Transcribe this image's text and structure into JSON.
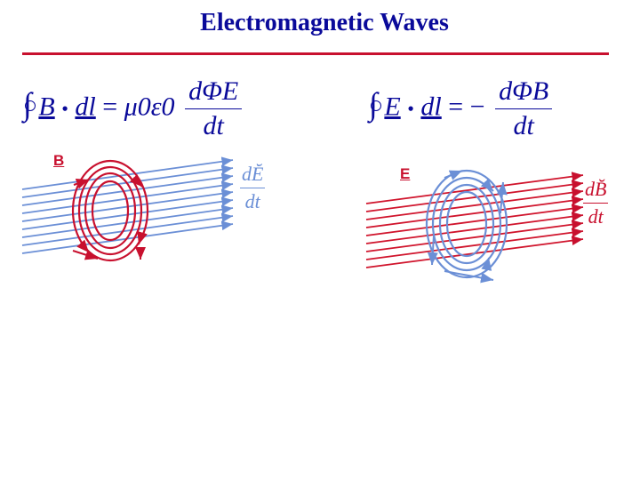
{
  "title": "Electromagnetic Waves",
  "left_equation": {
    "integrand": "B",
    "dot": "•",
    "dl": "dl",
    "equals": "=",
    "constants": "μ0ε0",
    "numerator": "dΦE",
    "denominator": "dt"
  },
  "right_equation": {
    "integrand": "E",
    "dot": "•",
    "dl": "dl",
    "equals": "= −",
    "numerator": "dΦB",
    "denominator": "dt"
  },
  "left_diagram": {
    "label": "B",
    "derivative_numerator": "dĔ",
    "derivative_denominator": "dt",
    "field_line_color": "#6b8fd6",
    "loop_color": "#c8102e"
  },
  "right_diagram": {
    "label": "E",
    "derivative_numerator": "dB̆",
    "derivative_denominator": "dt",
    "field_line_color": "#d0142c",
    "loop_color": "#6b8fd6"
  }
}
